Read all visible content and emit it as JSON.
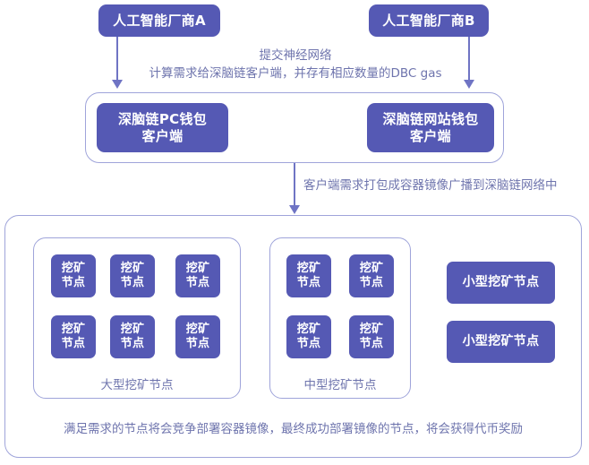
{
  "diagram": {
    "title": "DeepBrain Chain task flow diagram",
    "colors": {
      "node_fill": "#5559b4",
      "node_text": "#ffffff",
      "panel_border": "#9fa4da",
      "caption_text": "#6e74ad",
      "connector": "#6f74c4",
      "background": "#ffffff"
    },
    "vendors": [
      {
        "label": "人工智能厂商A"
      },
      {
        "label": "人工智能厂商B"
      }
    ],
    "flow_note_top": {
      "line1": "提交神经网络",
      "line2": "计算需求给深脑链客户端，并存有相应数量的DBC gas"
    },
    "clients": [
      {
        "line1": "深脑链PC钱包",
        "line2": "客户端"
      },
      {
        "line1": "深脑链网站钱包",
        "line2": "客户端"
      }
    ],
    "flow_note_middle": "客户端需求打包成容器镜像广播到深脑链网络中",
    "network": {
      "groups": [
        {
          "label": "大型挖矿节点",
          "node_label_line1": "挖矿",
          "node_label_line2": "节点",
          "nodes": [
            "挖矿节点",
            "挖矿节点",
            "挖矿节点",
            "挖矿节点",
            "挖矿节点",
            "挖矿节点"
          ]
        },
        {
          "label": "中型挖矿节点",
          "node_label_line1": "挖矿",
          "node_label_line2": "节点",
          "nodes": [
            "挖矿节点",
            "挖矿节点",
            "挖矿节点",
            "挖矿节点"
          ]
        }
      ],
      "small_nodes": [
        {
          "label": "小型挖矿节点"
        },
        {
          "label": "小型挖矿节点"
        }
      ]
    },
    "footer_note": "满足需求的节点将会竞争部署容器镜像，最终成功部署镜像的节点，将会获得代币奖励"
  }
}
